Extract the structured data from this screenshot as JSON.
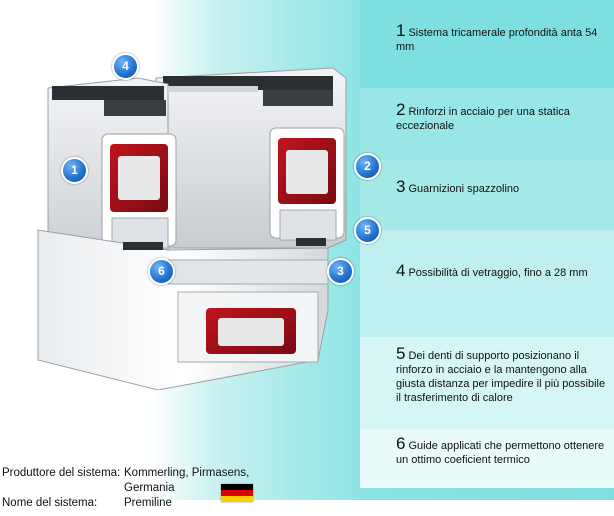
{
  "features": [
    {
      "num": "1",
      "text": "Sistema tricamerale profondità anta 54 mm"
    },
    {
      "num": "2",
      "text": "Rinforzi in acciaio per una statica eccezionale"
    },
    {
      "num": "3",
      "text": "Guarnizioni spazzolino"
    },
    {
      "num": "4",
      "text": "Possibilità di vetraggio, fino a 28 mm"
    },
    {
      "num": "5",
      "text": "Dei denti di supporto posizionano il rinforzo in acciaio e la mantengono alla giusta distanza per impedire il più possibile il trasferimento di calore"
    },
    {
      "num": "6",
      "text": "Guide applicati che permettono ottenere un ottimo coeficient termico"
    }
  ],
  "markers": [
    "4",
    "1",
    "2",
    "5",
    "6",
    "3"
  ],
  "info": {
    "producer_label": "Produttore del sistema:",
    "producer_value_line1": "Kommerling, Pirmasens,",
    "producer_value_line2": "Germania",
    "name_label": "Nome del sistema:",
    "name_value": "Premiline"
  },
  "flag": {
    "name": "germany-flag",
    "colors": [
      "#000000",
      "#dd0000",
      "#ffce00"
    ]
  }
}
